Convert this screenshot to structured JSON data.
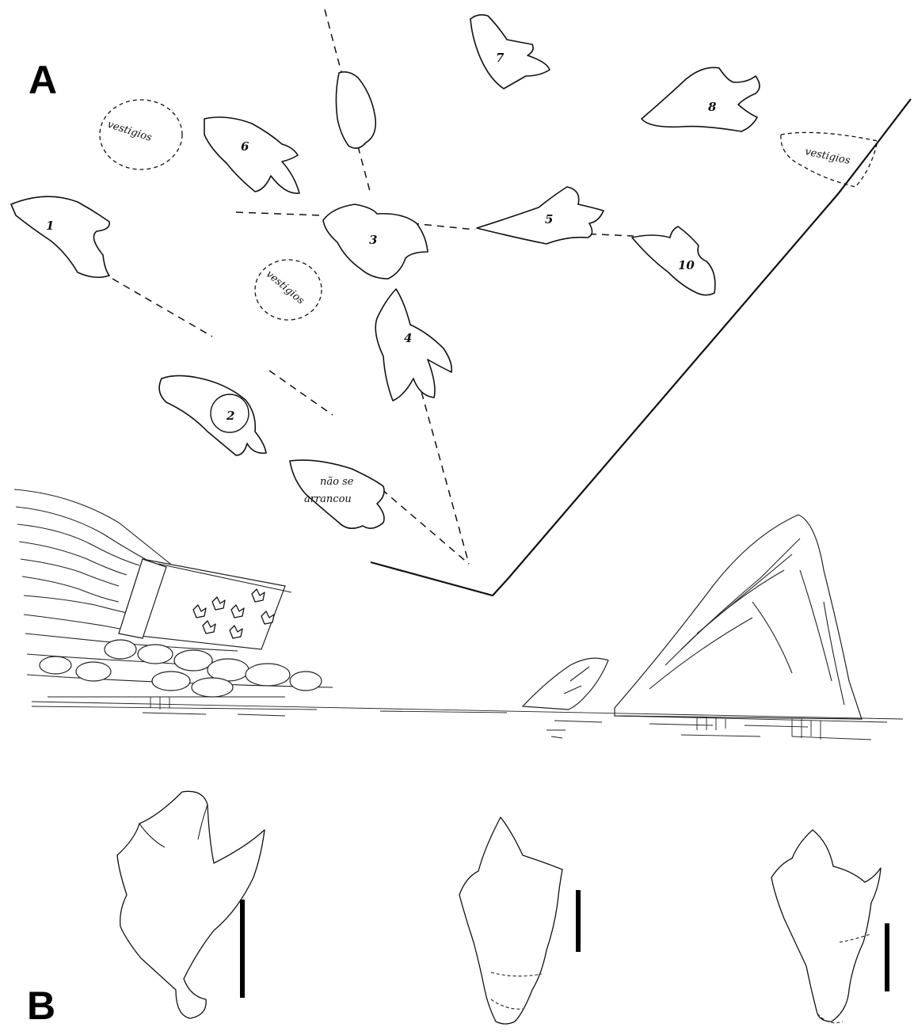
{
  "panels": {
    "a_label": "A",
    "b_label": "B"
  },
  "tracks": [
    {
      "label": "1"
    },
    {
      "label": "2"
    },
    {
      "label": "3"
    },
    {
      "label": "4"
    },
    {
      "label": "5"
    },
    {
      "label": "6"
    },
    {
      "label": "7"
    },
    {
      "label": "8"
    },
    {
      "label": "10"
    }
  ],
  "notes": {
    "vestigios_1": "vestigios",
    "vestigios_2": "vestigios",
    "vestigios_3": "vestigios",
    "nao_se_line1": "não se",
    "nao_se_line2": "arrancou"
  },
  "scale_bars": {
    "count": 3
  }
}
